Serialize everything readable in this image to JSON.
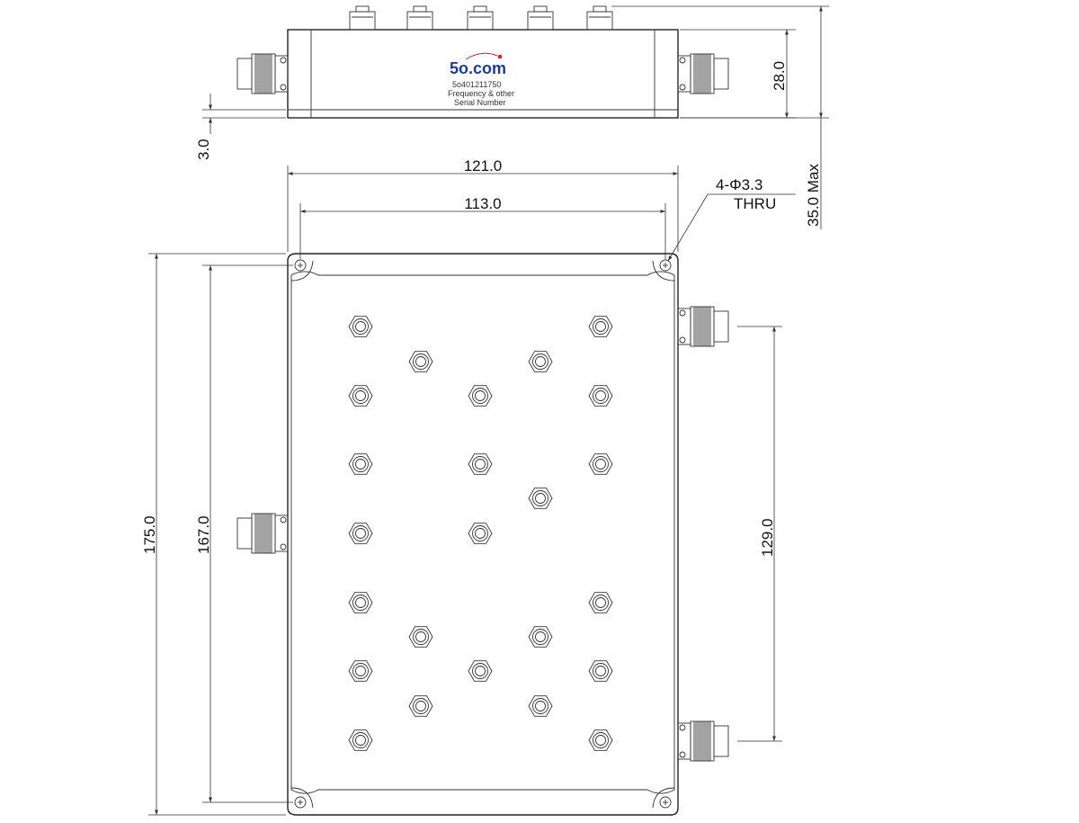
{
  "label": {
    "logo_prefix": "5o",
    "logo_suffix": ".com",
    "part_number": "5o401211750",
    "line2": "Frequency & other",
    "line3": "Serial Number"
  },
  "dimensions": {
    "overall_width": "121.0",
    "hole_spacing_width": "113.0",
    "overall_height": "175.0",
    "hole_spacing_height": "167.0",
    "port_spacing": "129.0",
    "body_height": "28.0",
    "max_height": "35.0 Max",
    "flange_thickness": "3.0",
    "hole_callout": "4-Φ3.3",
    "hole_callout_note": "THRU"
  },
  "colors": {
    "line": "#222222",
    "logo_text": "#1f3d8a",
    "logo_dot": "#d02030"
  }
}
